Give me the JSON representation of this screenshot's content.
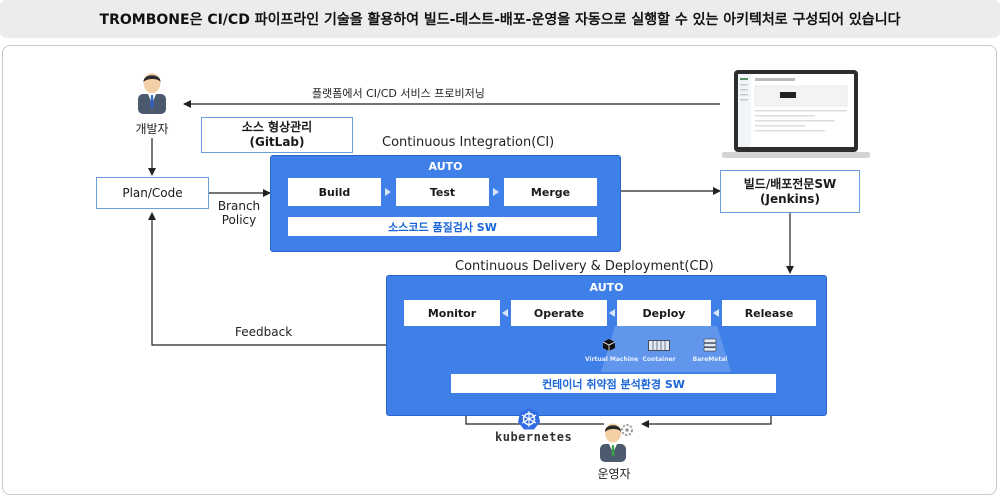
{
  "header": {
    "title": "TROMBONE은 CI/CD 파이프라인 기술을 활용하여 빌드-테스트-배포-운영을 자동으로 실행할 수 있는 아키텍처로 구성되어 있습니다"
  },
  "actors": {
    "developer": "개발자",
    "operator": "운영자"
  },
  "boxes": {
    "plan_code": "Plan/Code",
    "source_mgmt_line1": "소스 형상관리",
    "source_mgmt_line2": "(GitLab)",
    "build_deploy_line1": "빌드/배포전문SW",
    "build_deploy_line2": "(Jenkins)"
  },
  "labels": {
    "provisioning": "플랫폼에서 CI/CD 서비스 프로비저닝",
    "branch_line1": "Branch",
    "branch_line2": "Policy",
    "feedback": "Feedback"
  },
  "ci": {
    "title": "Continuous Integration(CI)",
    "auto": "AUTO",
    "steps": [
      "Build",
      "Test",
      "Merge"
    ],
    "bar": "소스코드 품질검사 SW"
  },
  "cd": {
    "title": "Continuous Delivery & Deployment(CD)",
    "auto": "AUTO",
    "steps": [
      "Monitor",
      "Operate",
      "Deploy",
      "Release"
    ],
    "envs": [
      "Virtual Machine",
      "Container",
      "BareMetal"
    ],
    "bar": "컨테이너 취약점 분석환경 SW"
  },
  "kubernetes": {
    "label": "kubernetes"
  },
  "colors": {
    "panel_blue": "#3f7fe8",
    "accent_text": "#1a66d9",
    "box_border": "#6a9de0"
  }
}
